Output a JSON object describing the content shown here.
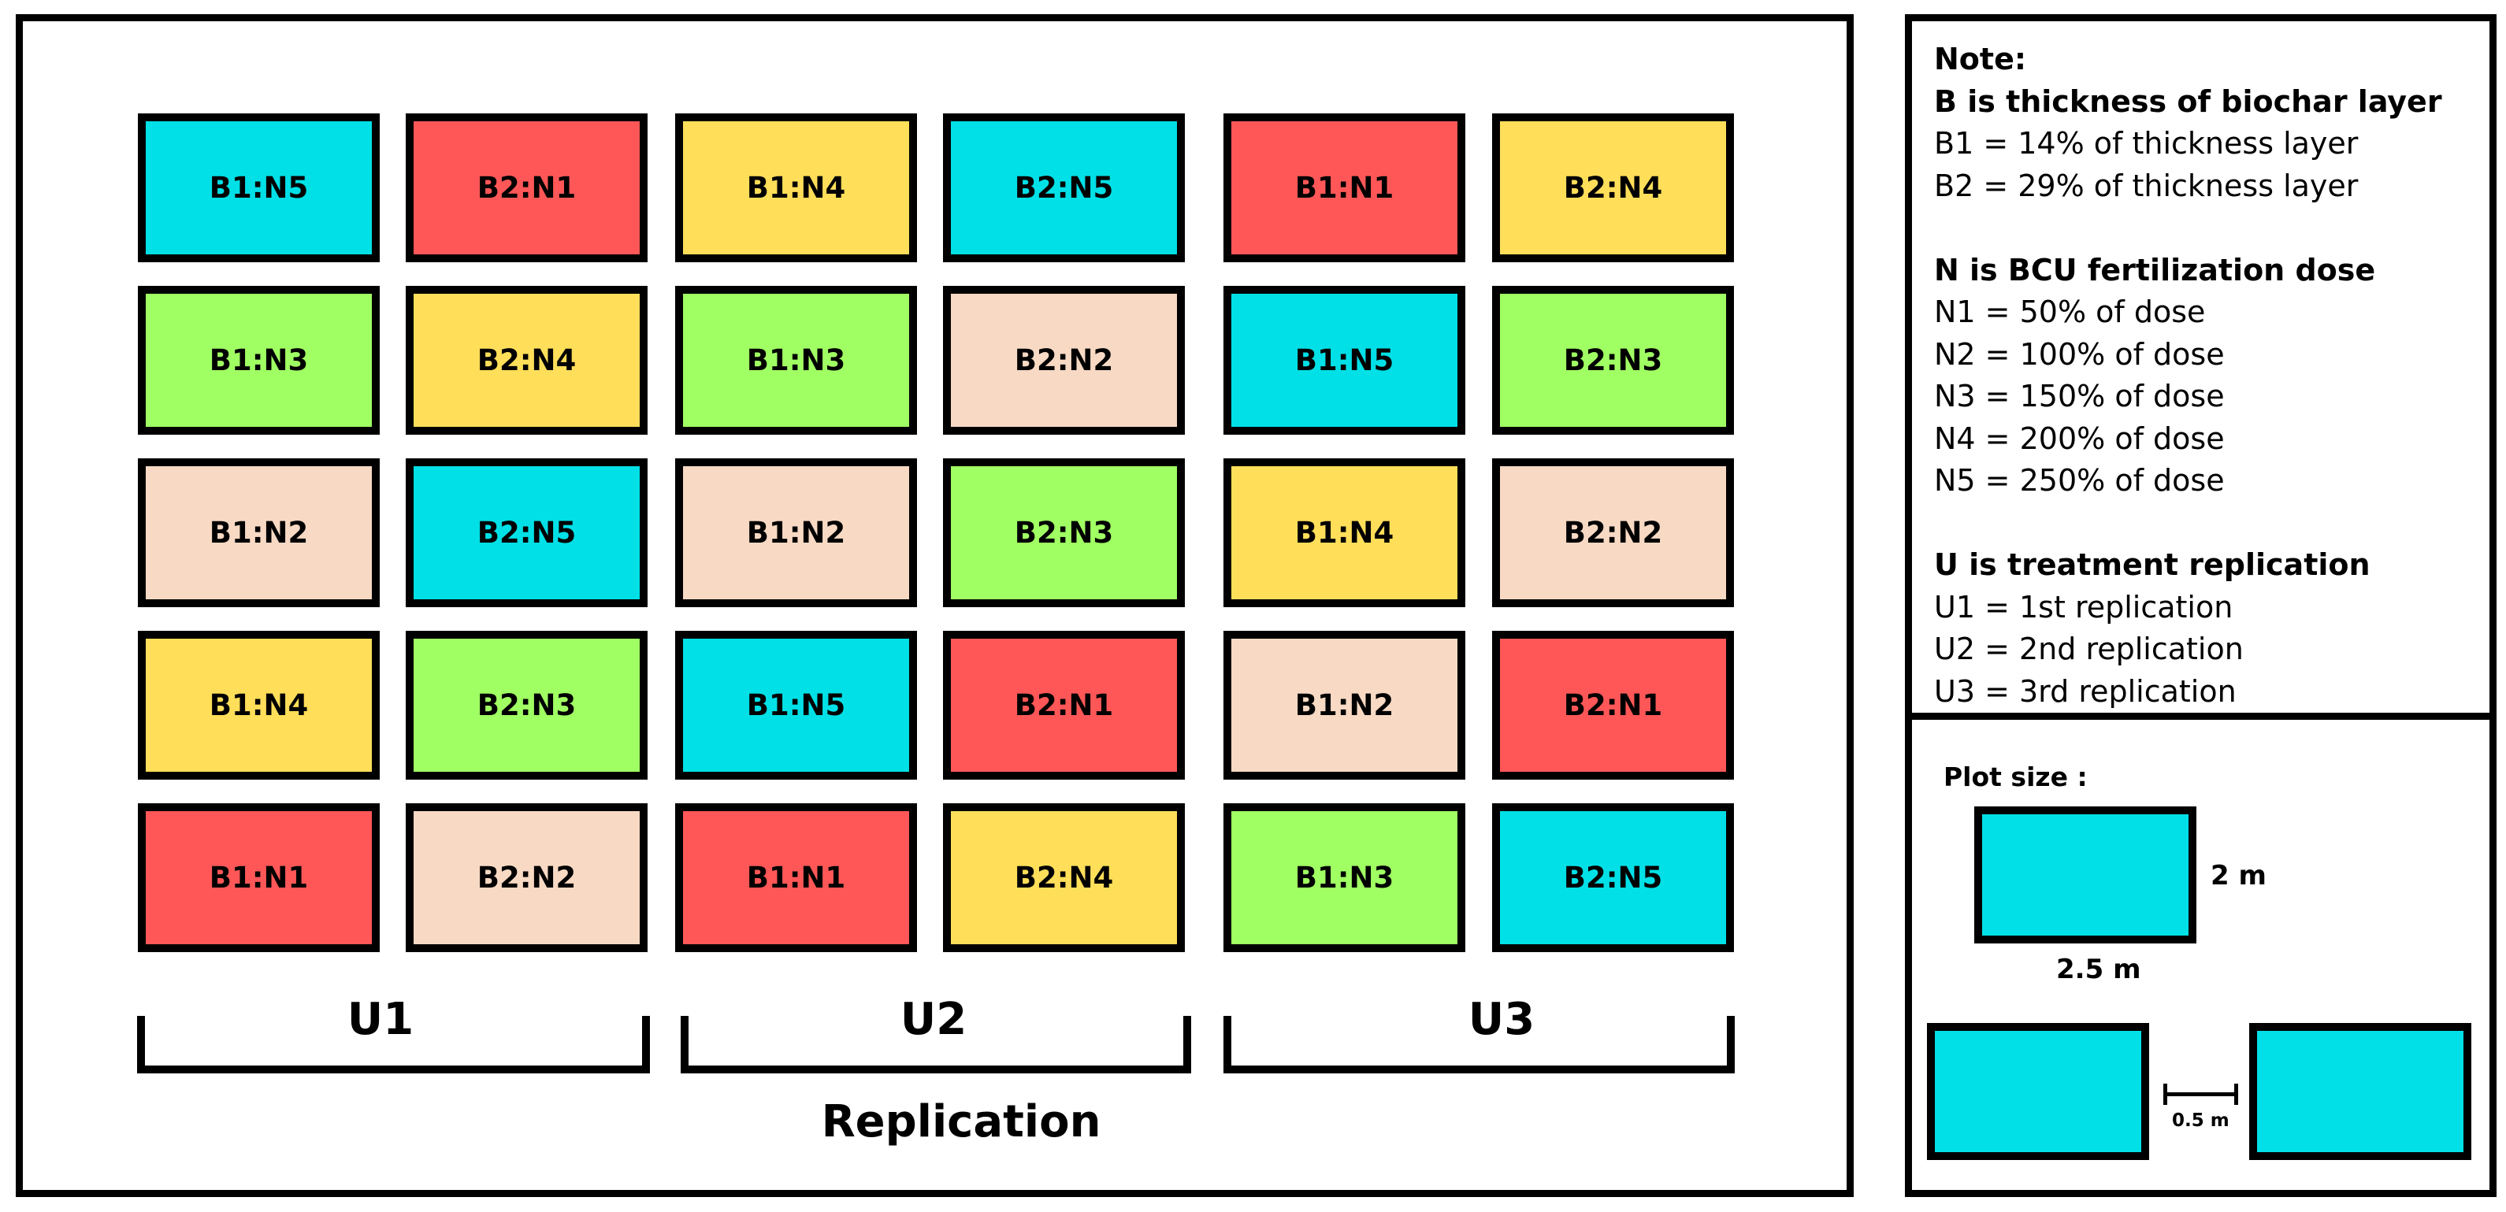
{
  "plots": [
    [
      "B1:N5",
      "B2:N1",
      "B1:N4",
      "B2:N5",
      "B1:N1",
      "B2:N4"
    ],
    [
      "B1:N3",
      "B2:N4",
      "B1:N3",
      "B2:N2",
      "B1:N5",
      "B2:N3"
    ],
    [
      "B1:N2",
      "B2:N5",
      "B1:N2",
      "B2:N3",
      "B1:N4",
      "B2:N2"
    ],
    [
      "B1:N4",
      "B2:N3",
      "B1:N5",
      "B2:N1",
      "B1:N2",
      "B2:N1"
    ],
    [
      "B1:N1",
      "B2:N2",
      "B1:N1",
      "B2:N4",
      "B1:N3",
      "B2:N5"
    ]
  ],
  "replications": [
    "U1",
    "U2",
    "U3"
  ],
  "replication_title": "Replication",
  "colors": {
    "N1": "#ff5757",
    "N2": "#f7d9c4",
    "N3": "#a0ff63",
    "N4": "#ffde59",
    "N5": "#00e0e6"
  },
  "note": {
    "heading": "Note:",
    "b_title": "B is thickness of biochar layer",
    "b_items": [
      "B1 = 14% of thickness layer",
      "B2 = 29% of thickness layer"
    ],
    "n_title": "N is BCU fertilization dose",
    "n_items": [
      "N1 = 50% of dose",
      "N2 = 100% of dose",
      "N3 = 150% of dose",
      "N4 = 200% of dose",
      "N5 = 250% of dose"
    ],
    "u_title": "U is treatment replication",
    "u_items": [
      "U1 = 1st replication",
      "U2 = 2nd replication",
      "U3 = 3rd replication"
    ]
  },
  "plot_size": {
    "title": "Plot size :",
    "height_label": "2 m",
    "width_label": "2.5 m",
    "spacing_label": "0.5 m"
  }
}
